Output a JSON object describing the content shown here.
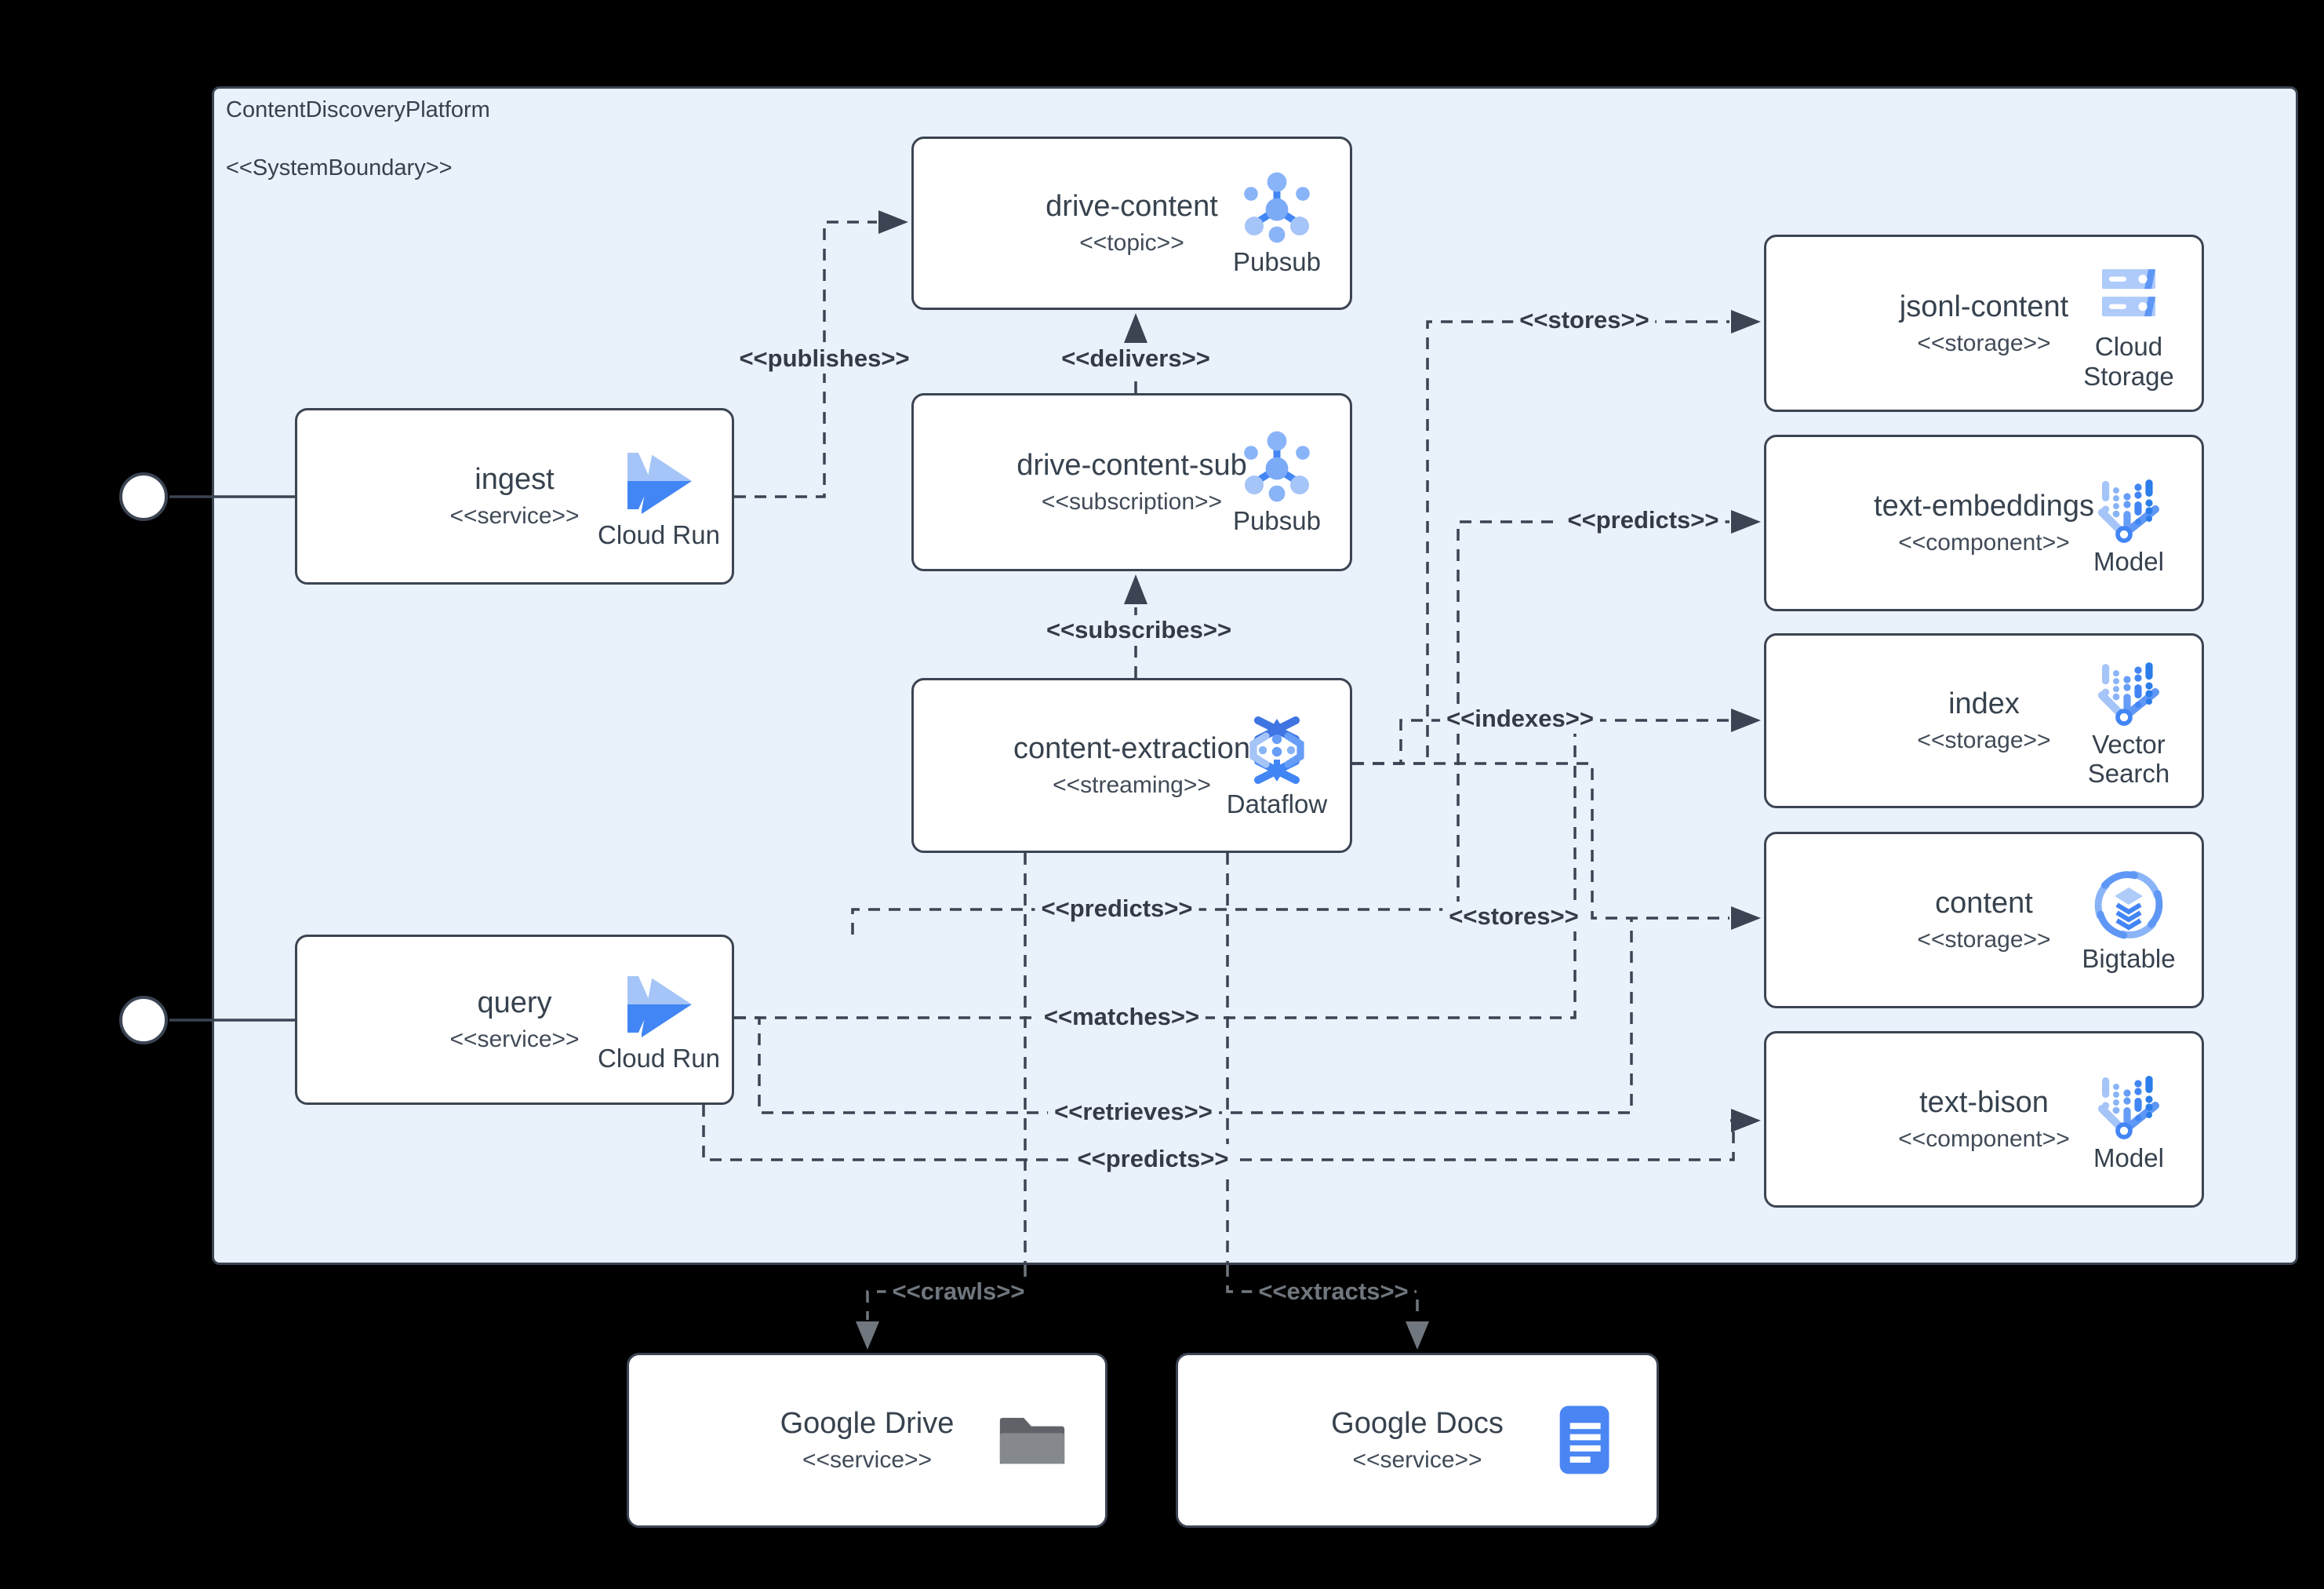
{
  "boundary": {
    "title": "ContentDiscoveryPlatform",
    "stereotype": "<<SystemBoundary>>"
  },
  "nodes": [
    {
      "id": "ingest",
      "title": "ingest",
      "stereotype": "<<service>>",
      "tech": "Cloud Run",
      "icon": "cloud-run-icon"
    },
    {
      "id": "query",
      "title": "query",
      "stereotype": "<<service>>",
      "tech": "Cloud Run",
      "icon": "cloud-run-icon"
    },
    {
      "id": "drive-content",
      "title": "drive-content",
      "stereotype": "<<topic>>",
      "tech": "Pubsub",
      "icon": "pubsub-icon"
    },
    {
      "id": "drive-content-sub",
      "title": "drive-content-sub",
      "stereotype": "<<subscription>>",
      "tech": "Pubsub",
      "icon": "pubsub-icon"
    },
    {
      "id": "content-extraction",
      "title": "content-extraction",
      "stereotype": "<<streaming>>",
      "tech": "Dataflow",
      "icon": "dataflow-icon"
    },
    {
      "id": "jsonl-content",
      "title": "jsonl-content",
      "stereotype": "<<storage>>",
      "tech": "Cloud Storage",
      "icon": "cloud-storage-icon"
    },
    {
      "id": "text-embeddings",
      "title": "text-embeddings",
      "stereotype": "<<component>>",
      "tech": "Model",
      "icon": "model-icon"
    },
    {
      "id": "index",
      "title": "index",
      "stereotype": "<<storage>>",
      "tech": "Vector Search",
      "icon": "vector-search-icon"
    },
    {
      "id": "content",
      "title": "content",
      "stereotype": "<<storage>>",
      "tech": "Bigtable",
      "icon": "bigtable-icon"
    },
    {
      "id": "text-bison",
      "title": "text-bison",
      "stereotype": "<<component>>",
      "tech": "Model",
      "icon": "model-icon"
    },
    {
      "id": "google-drive",
      "title": "Google Drive",
      "stereotype": "<<service>>",
      "tech": "",
      "icon": "folder-icon"
    },
    {
      "id": "google-docs",
      "title": "Google Docs",
      "stereotype": "<<service>>",
      "tech": "",
      "icon": "docs-icon"
    }
  ],
  "edge_labels": {
    "publishes": "<<publishes>>",
    "delivers": "<<delivers>>",
    "subscribes": "<<subscribes>>",
    "stores_jsonl": "<<stores>>",
    "predicts_embeddings": "<<predicts>>",
    "indexes": "<<indexes>>",
    "stores_content": "<<stores>>",
    "predicts_query": "<<predicts>>",
    "matches": "<<matches>>",
    "retrieves": "<<retrieves>>",
    "predicts_bison": "<<predicts>>",
    "crawls": "<<crawls>>",
    "extracts": "<<extracts>>"
  },
  "colors": {
    "background": "#000000",
    "boundary_fill": "#e9f1fb",
    "node_fill": "#ffffff",
    "stroke": "#3b4452",
    "accent_blue": "#4285f4",
    "light_blue": "#a5c4f7",
    "outside_label": "#70777e"
  }
}
